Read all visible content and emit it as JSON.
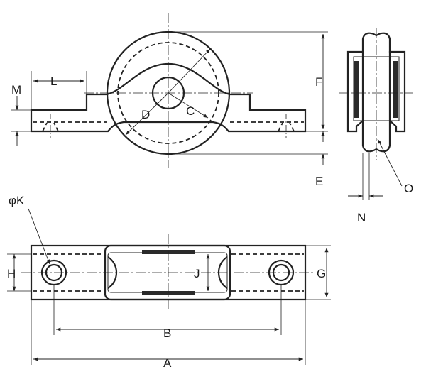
{
  "labels": {
    "A": "A",
    "B": "B",
    "C": "C",
    "D": "D",
    "E": "E",
    "F": "F",
    "G": "G",
    "H": "H",
    "J": "J",
    "K": "φK",
    "L": "L",
    "M": "M",
    "N": "N",
    "O": "O"
  }
}
